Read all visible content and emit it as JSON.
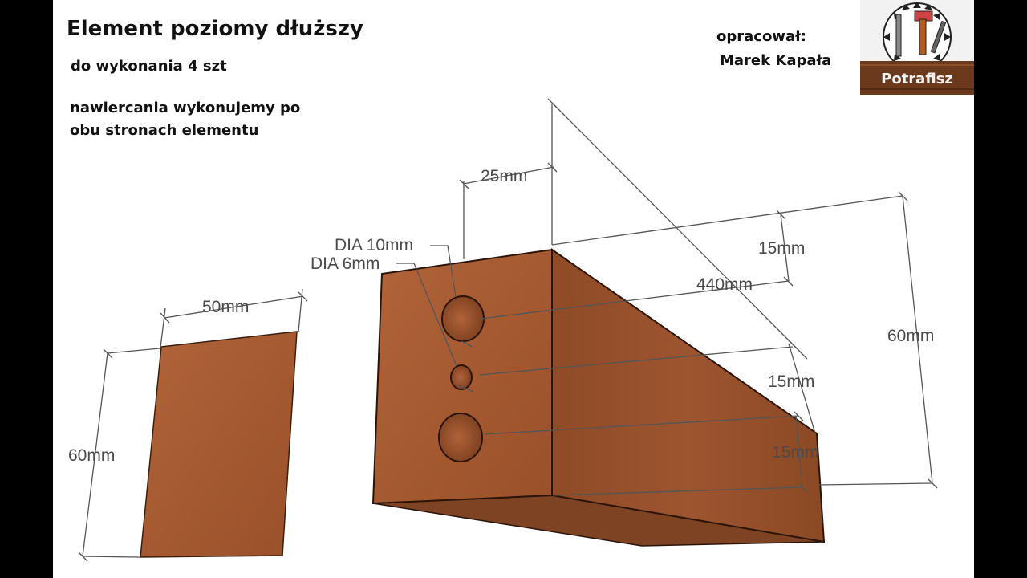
{
  "header": {
    "title": "Element poziomy dłuższy",
    "quantity": "do wykonania 4 szt",
    "note_line1": "nawiercania wykonujemy po",
    "note_line2": "obu stronach elementu",
    "author_label": "opracował:",
    "author_name": "Marek Kapała"
  },
  "logo": {
    "text": "Potrafisz",
    "icon": "tools-saw-blade-icon"
  },
  "dimensions": {
    "left_width": "50mm",
    "left_height": "60mm",
    "hole_offset": "25mm",
    "dia_large": "DIA 10mm",
    "dia_small": "DIA 6mm",
    "length": "440mm",
    "spacing_top": "15mm",
    "spacing_mid": "15mm",
    "spacing_bottom": "15mm",
    "height": "60mm"
  },
  "colors": {
    "wood_front": "#a9592f",
    "wood_side": "#94512b",
    "wood_bottom": "#7e4323",
    "dim_line": "#555555",
    "background": "#ffffff"
  }
}
